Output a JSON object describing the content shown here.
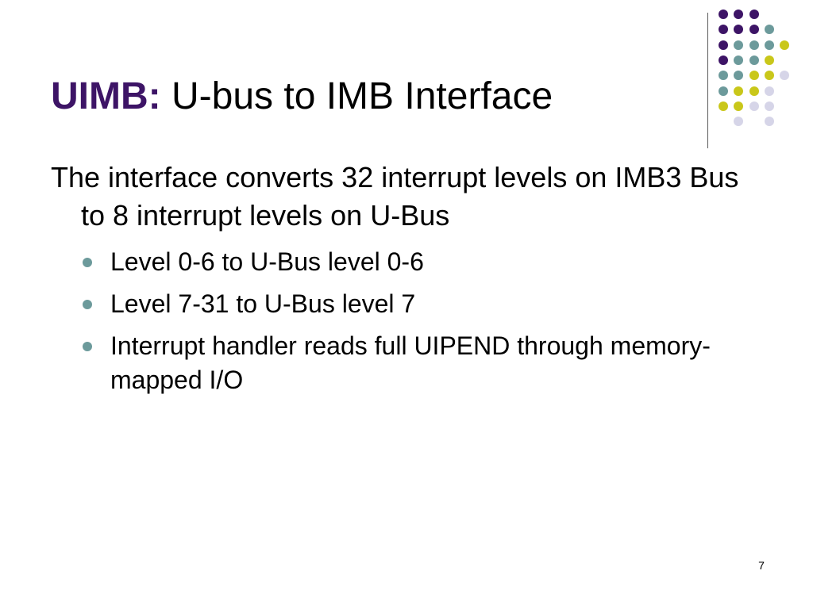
{
  "slide": {
    "title_accent": "UIMB:",
    "title_rest": " U-bus to IMB Interface",
    "body": "The interface converts 32 interrupt levels on IMB3 Bus to 8 interrupt levels on U-Bus",
    "bullets": [
      "Level 0-6 to U-Bus level 0-6",
      "Level 7-31 to U-Bus level 7",
      "Interrupt handler reads full UIPEND through memory-mapped I/O"
    ],
    "page_number": "7"
  },
  "colors": {
    "accent": "#3d1466",
    "text": "#000000",
    "bullet": "#6c9a9b",
    "divider": "#5a5a5a",
    "dot_purple": "#3d1466",
    "dot_teal": "#6c9a9b",
    "dot_olive": "#c9c71a",
    "dot_lavender": "#d6d5e8"
  },
  "decoration": {
    "dot_pattern": [
      [
        "purple",
        "purple",
        "purple",
        "",
        ""
      ],
      [
        "purple",
        "purple",
        "purple",
        "teal",
        ""
      ],
      [
        "purple",
        "teal",
        "teal",
        "teal",
        "olive"
      ],
      [
        "purple",
        "teal",
        "teal",
        "olive",
        ""
      ],
      [
        "teal",
        "teal",
        "olive",
        "olive",
        "lavender"
      ],
      [
        "teal",
        "olive",
        "olive",
        "lavender",
        ""
      ],
      [
        "olive",
        "olive",
        "lavender",
        "lavender",
        ""
      ],
      [
        "",
        "lavender",
        "",
        "lavender",
        ""
      ]
    ]
  }
}
